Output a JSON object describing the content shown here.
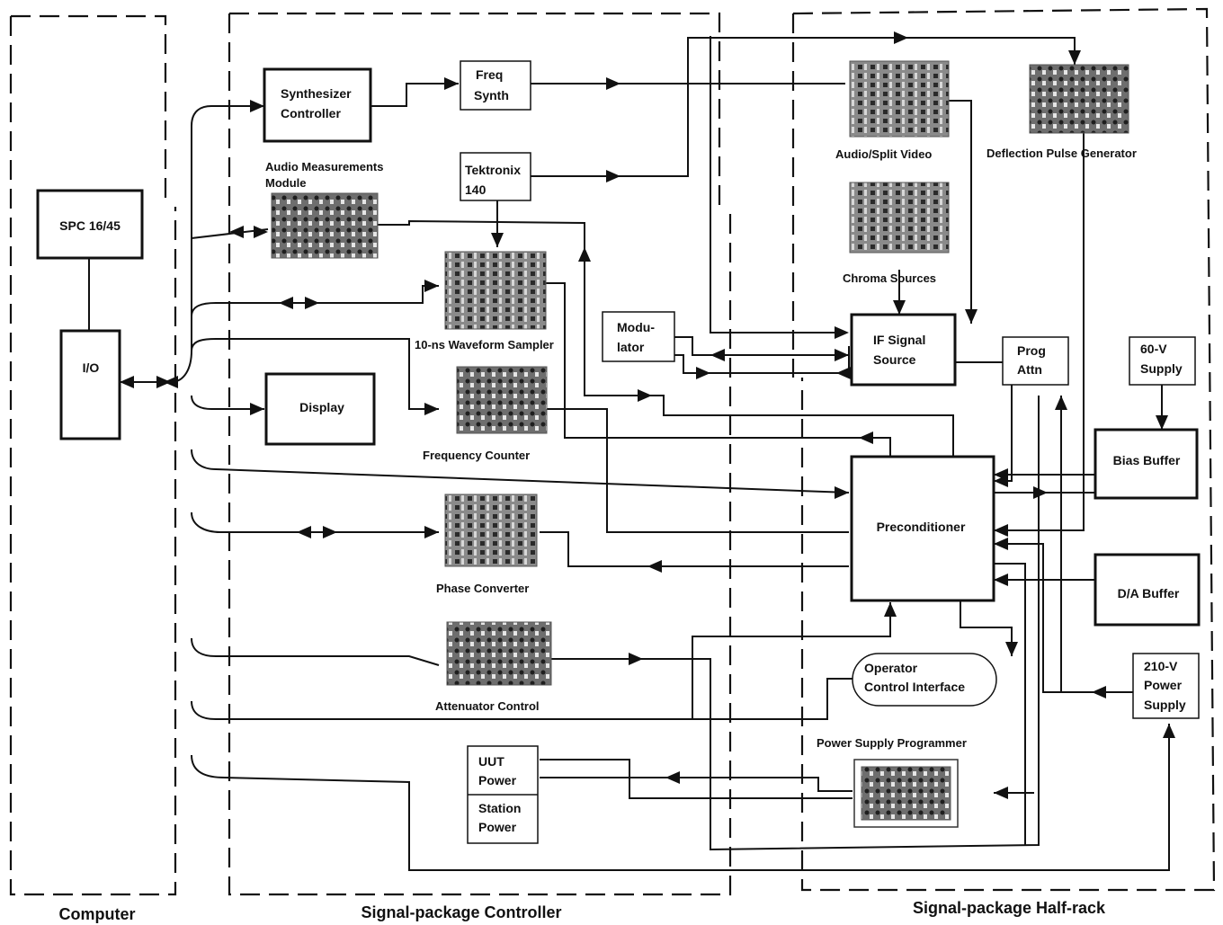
{
  "regions": {
    "computer": "Computer",
    "controller": "Signal-package Controller",
    "halfrack": "Signal-package Half-rack"
  },
  "blocks": {
    "spc": "SPC 16/45",
    "io": "I/O",
    "synth_ctrl": [
      "Synthesizer",
      "Controller"
    ],
    "display": "Display",
    "freq_synth": [
      "Freq",
      "Synth"
    ],
    "tektronix": [
      "Tektronix",
      "140"
    ],
    "modulator": [
      "Modu-",
      "lator"
    ],
    "if_source": [
      "IF Signal",
      "Source"
    ],
    "prog_attn": [
      "Prog",
      "Attn"
    ],
    "supply_60v": [
      "60-V",
      "Supply"
    ],
    "bias_buffer": "Bias Buffer",
    "preconditioner": "Preconditioner",
    "da_buffer": "D/A Buffer",
    "supply_210v": [
      "210-V",
      "Power",
      "Supply"
    ],
    "operator_ctrl": [
      "Operator",
      "Control Interface"
    ],
    "uut_power": [
      "UUT",
      "Power"
    ],
    "station_power": [
      "Station",
      "Power"
    ]
  },
  "modules": {
    "audio_meas": [
      "Audio Measurements",
      "Module"
    ],
    "waveform_sampler": "10-ns Waveform Sampler",
    "freq_counter": "Frequency Counter",
    "phase_converter": "Phase Converter",
    "attenuator": "Attenuator Control",
    "audio_video": "Audio/Split Video",
    "deflection": "Deflection Pulse Generator",
    "chroma": "Chroma Sources",
    "ps_programmer": "Power Supply Programmer"
  }
}
